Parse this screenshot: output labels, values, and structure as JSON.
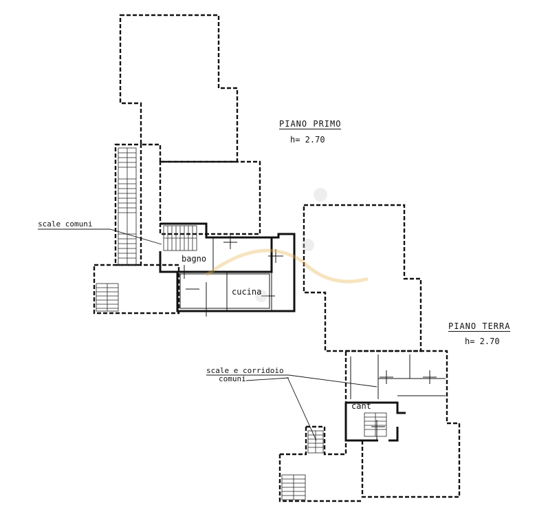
{
  "floors": {
    "first": {
      "title": "PIANO PRIMO",
      "height": "h= 2.70"
    },
    "ground": {
      "title": "PIANO TERRA",
      "height": "h= 2.70"
    }
  },
  "rooms": {
    "bathroom": "bagno",
    "kitchen": "cucina",
    "cellar": "cant"
  },
  "notes": {
    "shared_stairs": "scale comuni",
    "shared_stairs_corridor_line1": "scale e corridoio",
    "shared_stairs_corridor_line2": "comuni"
  }
}
